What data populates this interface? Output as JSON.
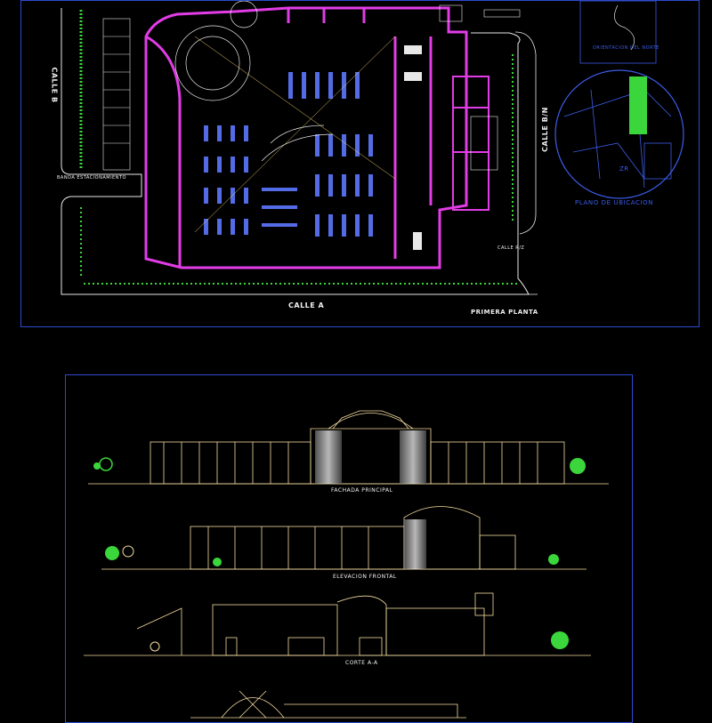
{
  "plan": {
    "street_left": "CALLE B",
    "street_right": "CALLE B/N",
    "street_bottom": "CALLE A",
    "plan_caption": "PRIMERA PLANTA",
    "location_caption": "PLANO DE UBICACION",
    "north_caption": "ORIENTACION DEL NORTE",
    "small_tag_left": "BANDA ESTACIONAMIENTO",
    "small_tag_right": "CALLE R/Z",
    "zone_label": "ZR"
  },
  "elevations": {
    "front_facade": "FACHADA PRINCIPAL",
    "front_elevation": "ELEVACION FRONTAL",
    "section_a": "CORTE A-A"
  },
  "colors": {
    "frame": "#2e4bd0",
    "walls": "#e23ce6",
    "cream": "#f5dca0",
    "green": "#3bd63b",
    "white": "#f0f0f0",
    "blue": "#3c5ce8"
  }
}
